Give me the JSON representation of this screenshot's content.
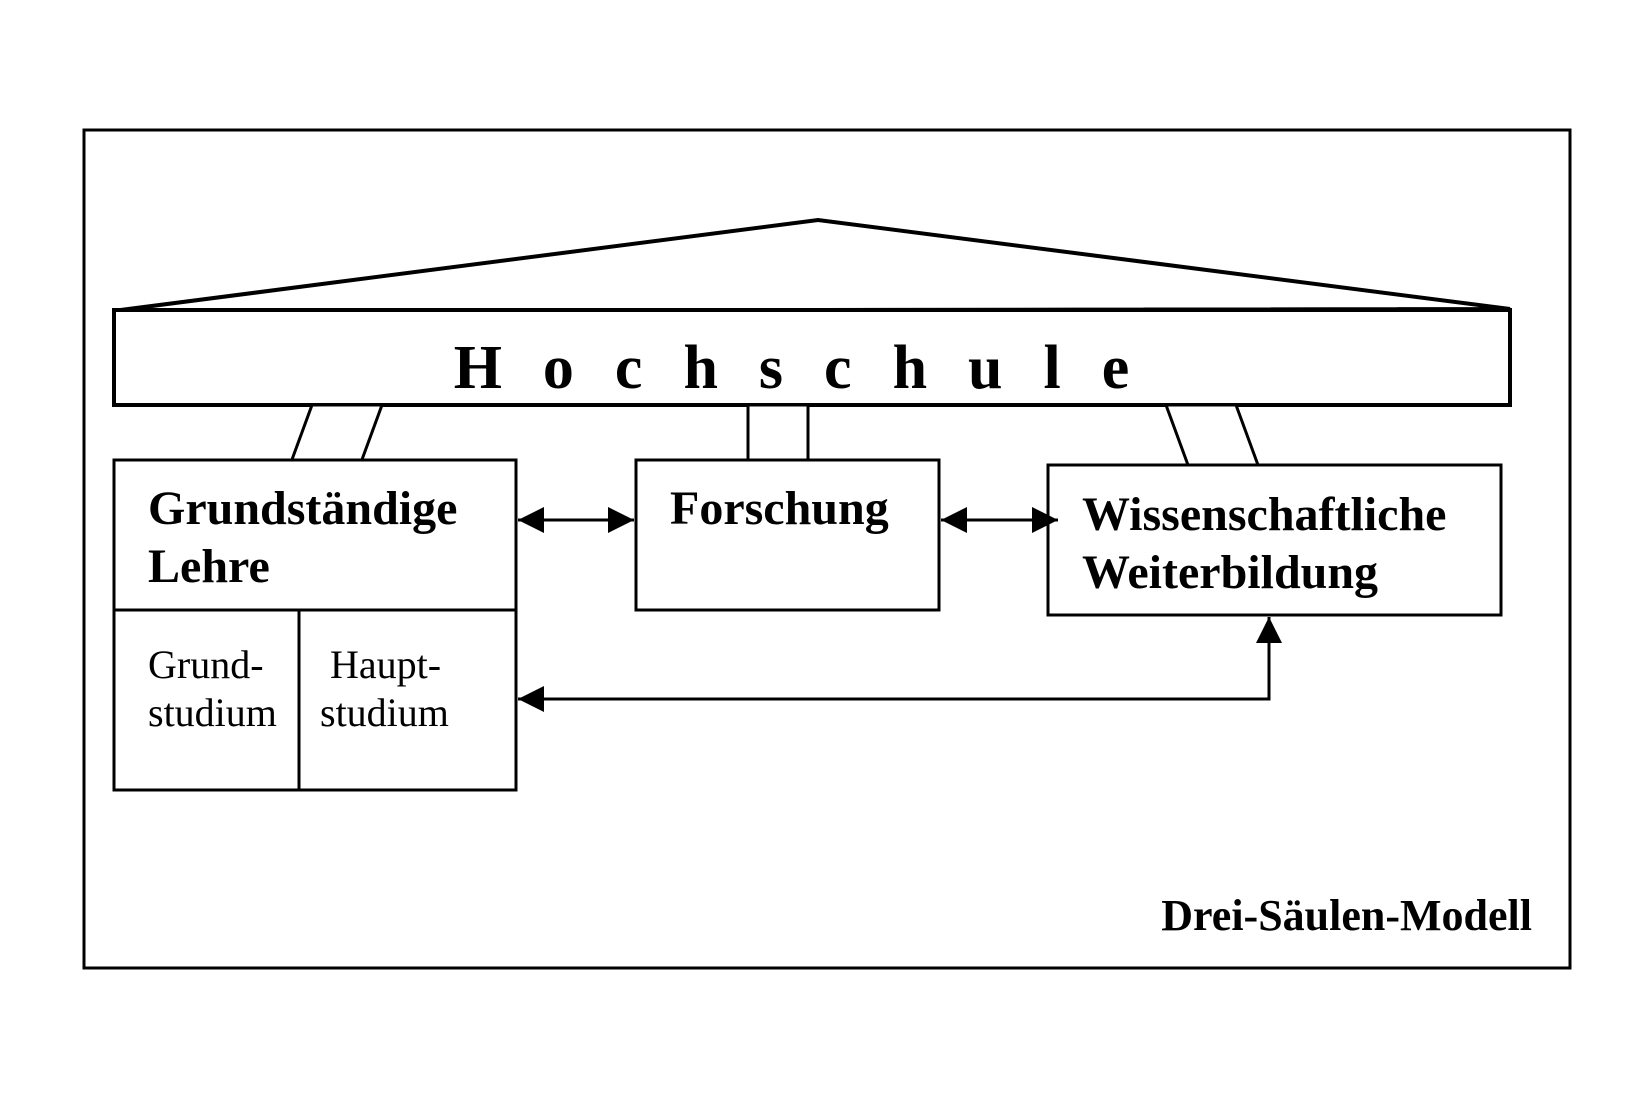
{
  "diagram": {
    "title": "Hochschule",
    "pillars": {
      "lehre": {
        "line1": "Grundständige",
        "line2": "Lehre",
        "sub_left_line1": "Grund-",
        "sub_left_line2": "studium",
        "sub_right_line1": "Haupt-",
        "sub_right_line2": "studium"
      },
      "forschung": {
        "label": "Forschung"
      },
      "weiterbildung": {
        "line1": "Wissenschaftliche",
        "line2": "Weiterbildung"
      }
    },
    "caption": "Drei-Säulen-Modell"
  },
  "colors": {
    "stroke": "#000000",
    "background": "#ffffff"
  }
}
